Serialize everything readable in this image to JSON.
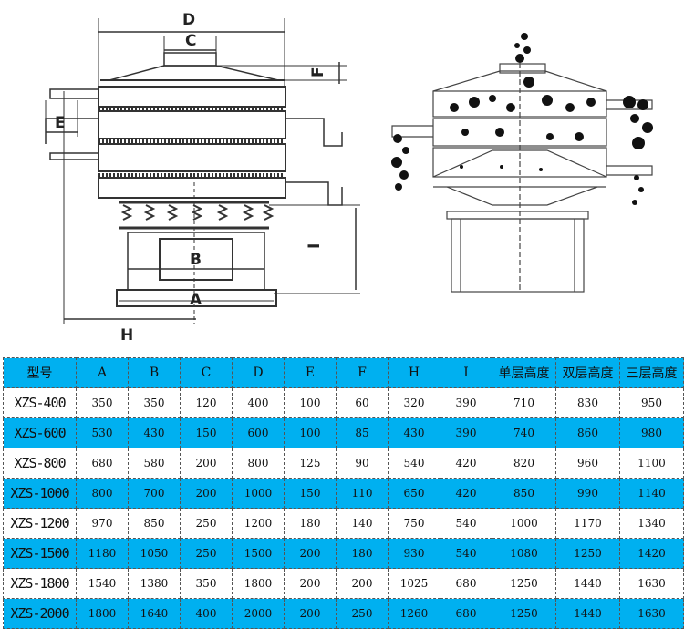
{
  "diagram": {
    "labels": {
      "D": "D",
      "C": "C",
      "F": "F",
      "E": "E",
      "B": "B",
      "A": "A",
      "H": "H",
      "I": "I"
    }
  },
  "table": {
    "headers": [
      "型号",
      "A",
      "B",
      "C",
      "D",
      "E",
      "F",
      "H",
      "I",
      "单层高度",
      "双层高度",
      "三层高度"
    ],
    "rows": [
      [
        "XZS-400",
        "350",
        "350",
        "120",
        "400",
        "100",
        "60",
        "320",
        "390",
        "710",
        "830",
        "950"
      ],
      [
        "XZS-600",
        "530",
        "430",
        "150",
        "600",
        "100",
        "85",
        "430",
        "390",
        "740",
        "860",
        "980"
      ],
      [
        "XZS-800",
        "680",
        "580",
        "200",
        "800",
        "125",
        "90",
        "540",
        "420",
        "820",
        "960",
        "1100"
      ],
      [
        "XZS-1000",
        "800",
        "700",
        "200",
        "1000",
        "150",
        "110",
        "650",
        "420",
        "850",
        "990",
        "1140"
      ],
      [
        "XZS-1200",
        "970",
        "850",
        "250",
        "1200",
        "180",
        "140",
        "750",
        "540",
        "1000",
        "1170",
        "1340"
      ],
      [
        "XZS-1500",
        "1180",
        "1050",
        "250",
        "1500",
        "200",
        "180",
        "930",
        "540",
        "1080",
        "1250",
        "1420"
      ],
      [
        "XZS-1800",
        "1540",
        "1380",
        "350",
        "1800",
        "200",
        "200",
        "1025",
        "680",
        "1250",
        "1440",
        "1630"
      ],
      [
        "XZS-2000",
        "1800",
        "1640",
        "400",
        "2000",
        "200",
        "250",
        "1260",
        "680",
        "1250",
        "1440",
        "1630"
      ]
    ],
    "colors": {
      "highlight": "#00b0f0",
      "plain": "#ffffff"
    }
  }
}
